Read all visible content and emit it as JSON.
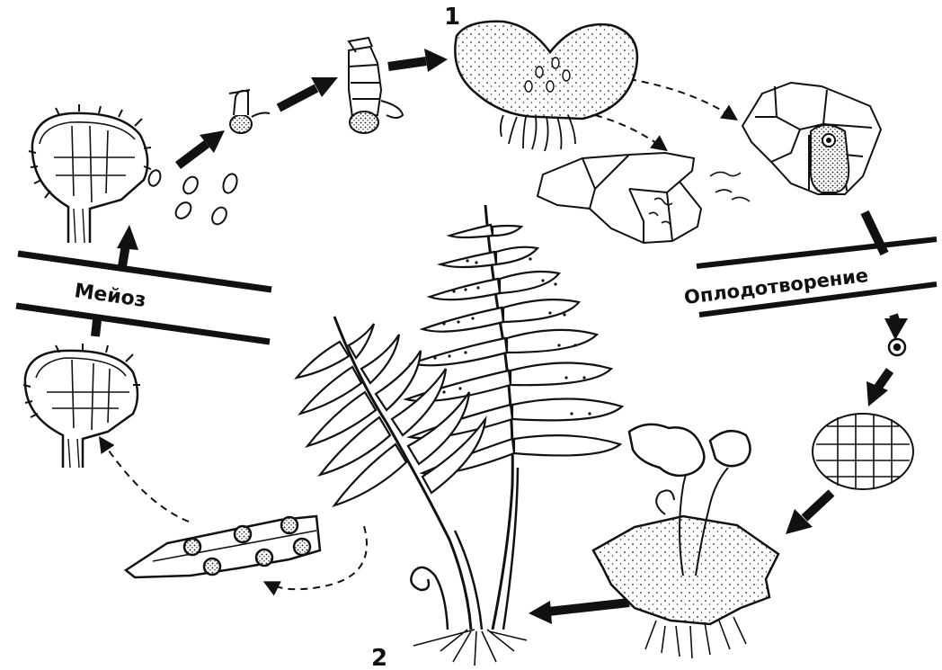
{
  "diagram": {
    "labels": {
      "meiosis": "Мейоз",
      "fertilization": "Оплодотворение",
      "gametophyte_number": "1",
      "sporophyte_number": "2"
    },
    "stages": [
      {
        "id": "sporangium-mature",
        "name": "sporangium-mature"
      },
      {
        "id": "spores",
        "name": "spores"
      },
      {
        "id": "germinating-spore",
        "name": "germinating-spore"
      },
      {
        "id": "protonema",
        "name": "protonema"
      },
      {
        "id": "prothallus",
        "name": "prothallus"
      },
      {
        "id": "archegonium",
        "name": "archegonium"
      },
      {
        "id": "antheridium",
        "name": "antheridium"
      },
      {
        "id": "zygote",
        "name": "zygote"
      },
      {
        "id": "embryo",
        "name": "embryo"
      },
      {
        "id": "young-sporophyte",
        "name": "young-sporophyte"
      },
      {
        "id": "fern-sporophyte",
        "name": "fern-sporophyte"
      },
      {
        "id": "pinna-with-sori",
        "name": "pinna-with-sori"
      },
      {
        "id": "sporangium-young",
        "name": "sporangium-young"
      }
    ],
    "colors": {
      "ink": "#111111",
      "paper": "#ffffff"
    }
  }
}
